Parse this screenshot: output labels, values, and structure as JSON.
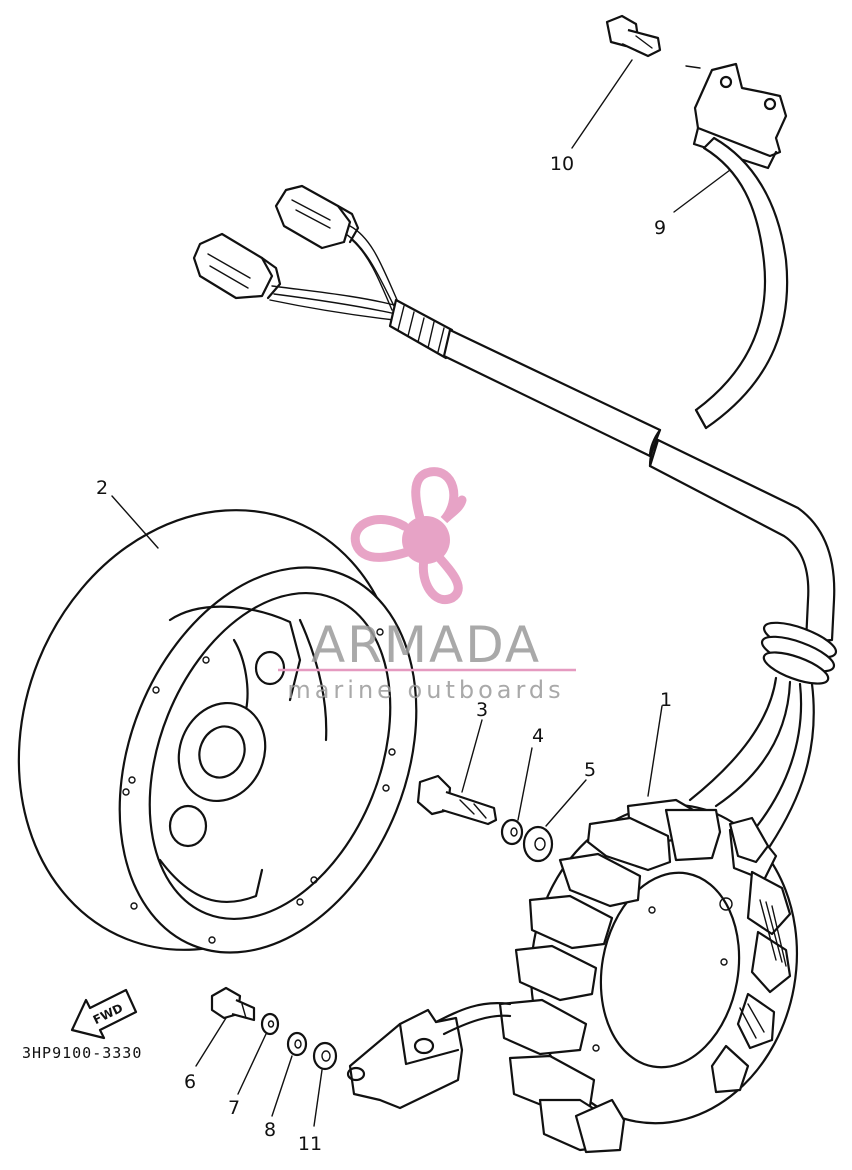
{
  "diagram": {
    "part_number": "3HP9100-3330",
    "fwd_label": "FWD",
    "callouts": [
      {
        "num": "1",
        "part": "stator-assembly"
      },
      {
        "num": "2",
        "part": "flywheel-rotor"
      },
      {
        "num": "3",
        "part": "screw"
      },
      {
        "num": "4",
        "part": "washer"
      },
      {
        "num": "5",
        "part": "washer"
      },
      {
        "num": "6",
        "part": "bolt"
      },
      {
        "num": "7",
        "part": "washer"
      },
      {
        "num": "8",
        "part": "washer"
      },
      {
        "num": "9",
        "part": "lead-holder-bracket"
      },
      {
        "num": "10",
        "part": "screw"
      },
      {
        "num": "11",
        "part": "washer"
      }
    ]
  },
  "watermark": {
    "brand": "ARMADA",
    "tagline": "marine outboards",
    "logo_icon": "propeller-icon",
    "brand_color": "#e59ac0",
    "text_color": "#9a9a9a"
  }
}
